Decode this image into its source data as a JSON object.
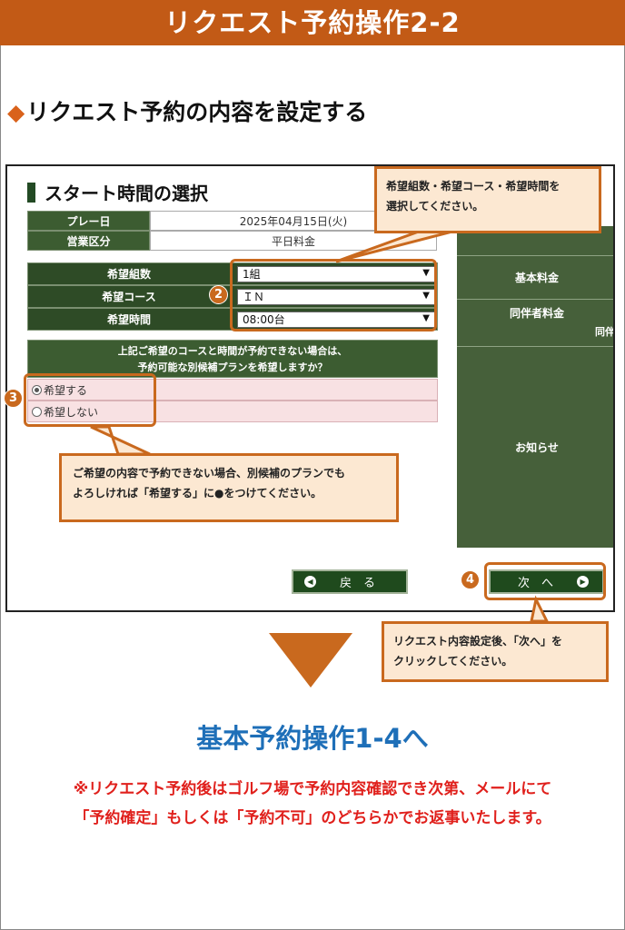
{
  "banner": {
    "title": "リクエスト予約操作2-2"
  },
  "section": {
    "diamond": "◆",
    "heading": "リクエスト予約の内容を設定する"
  },
  "screen": {
    "title": "スタート時間の選択",
    "info": [
      {
        "label": "プレー日",
        "value": "2025年04月15日(火)"
      },
      {
        "label": "営業区分",
        "value": "平日料金"
      }
    ],
    "fields": [
      {
        "label": "希望組数",
        "value": "1組"
      },
      {
        "label": "希望コース",
        "value": "ＩＮ"
      },
      {
        "label": "希望時間",
        "value": "08:00台"
      }
    ],
    "question_line1": "上記ご希望のコースと時間が予約できない場合は、",
    "question_line2": "予約可能な別候補プランを希望しますか？",
    "option_yes": "希望する",
    "option_no": "希望しない",
    "side": {
      "base_fee": "基本料金",
      "companion_fee": "同伴者料金",
      "companion_cut": "同伴",
      "notice": "お知らせ"
    },
    "back_button": "戻　る",
    "next_button": "次　へ"
  },
  "callouts": {
    "c1_line1": "希望組数・希望コース・希望時間を",
    "c1_line2": "選択してください。",
    "c3_line1": "ご希望の内容で予約できない場合、別候補のプランでも",
    "c3_line2": "よろしければ「希望する」に●をつけてください。",
    "c4_line1": "リクエスト内容設定後、「次へ」を",
    "c4_line2": "クリックしてください。"
  },
  "badges": {
    "b2": "2",
    "b3": "3",
    "b4": "4"
  },
  "next_step": "基本予約操作1-4へ",
  "note_line1": "※リクエスト予約後はゴルフ場で予約内容確認でき次第、メールにて",
  "note_line2": "「予約確定」もしくは「予約不可」のどちらかでお返事いたします。",
  "colors": {
    "banner": "#c25a16",
    "accent": "#c9691e",
    "panel_green": "#3c5c31",
    "next_blue": "#1e6fb8",
    "note_red": "#e0201c"
  },
  "icons": {
    "select_caret": "chevron-down-icon",
    "back_arrow": "arrow-left-circle-icon",
    "next_arrow": "arrow-right-circle-icon"
  }
}
